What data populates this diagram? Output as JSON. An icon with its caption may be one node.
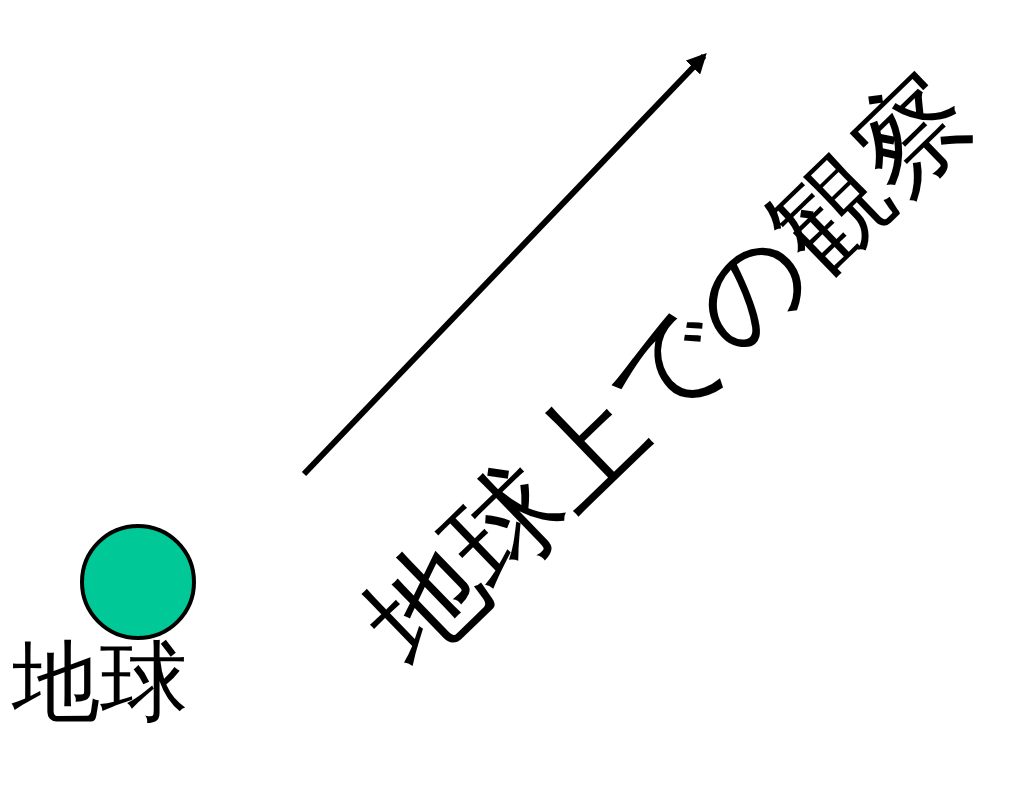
{
  "diagram": {
    "nodes": [
      {
        "text": [],
        "shape": "circle",
        "beside": [
          "地球"
        ]
      }
    ],
    "labels": [
      "地球上での観察"
    ]
  }
}
